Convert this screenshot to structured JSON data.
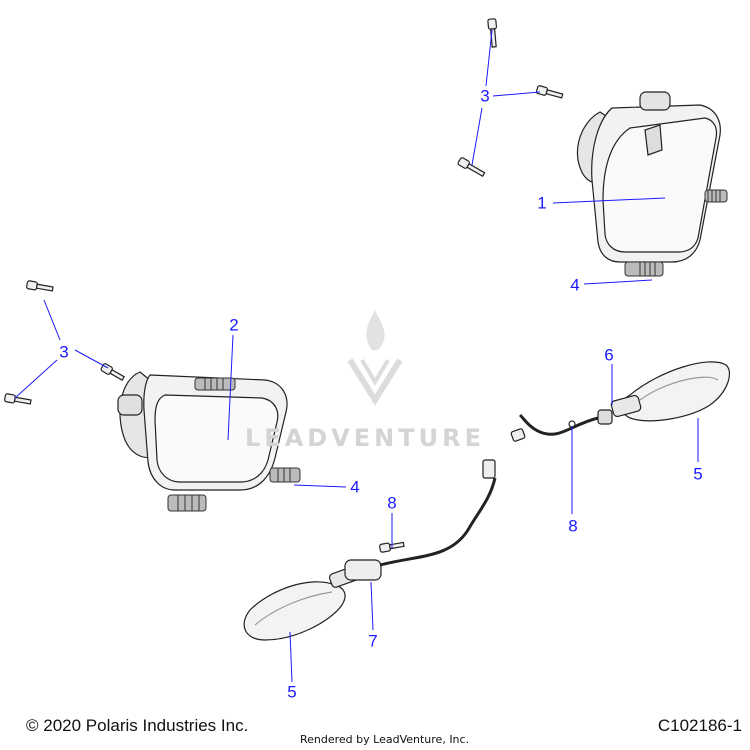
{
  "callouts": {
    "c1": "1",
    "c2": "2",
    "c3_top": "3",
    "c3_left": "3",
    "c4_top": "4",
    "c4_left": "4",
    "c5_right": "5",
    "c5_bottom": "5",
    "c6": "6",
    "c7": "7",
    "c8_mid": "8",
    "c8_right": "8"
  },
  "watermark": "LEADVENTURE",
  "footer": {
    "copyright": "© 2020 Polaris Industries Inc.",
    "rendered_by": "Rendered by LeadVenture, Inc.",
    "diagram_id": "C102186-1"
  },
  "colors": {
    "callout": "#1a1aff",
    "line": "#1a1aff",
    "part_stroke": "#222222",
    "part_fill": "#f4f4f4",
    "watermark": "#d4d4d4"
  }
}
